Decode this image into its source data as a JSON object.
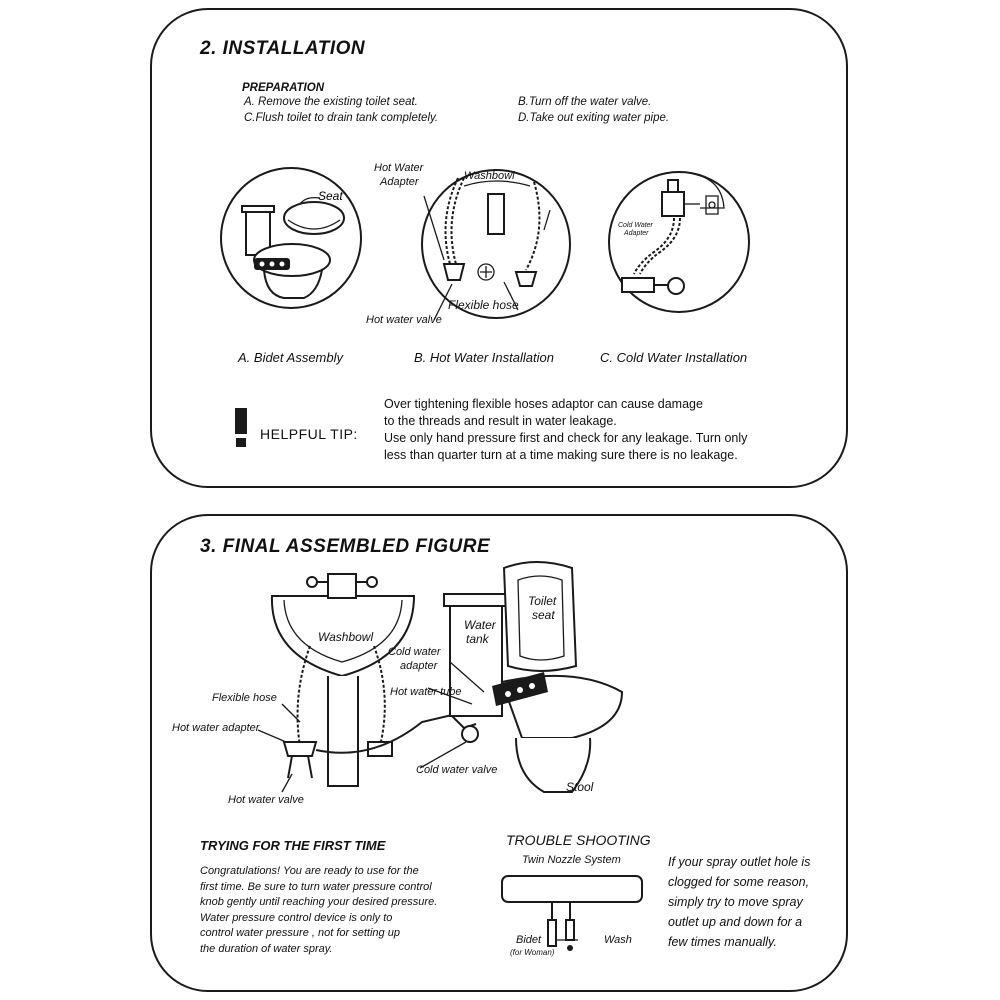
{
  "installation": {
    "title": "2. INSTALLATION",
    "preparation": {
      "heading": "PREPARATION",
      "steps": [
        "A. Remove the existing toilet seat.",
        "C.Flush toilet to drain tank completely.",
        "B.Turn off the water valve.",
        "D.Take out exiting water pipe."
      ]
    },
    "figures": {
      "a": {
        "caption": "A. Bidet Assembly",
        "labels": [
          "Seat"
        ]
      },
      "b": {
        "caption": "B. Hot Water Installation",
        "labels": [
          "Hot Water",
          "Adapter",
          "Washbowl",
          "Flexible hose",
          "Hot water valve"
        ]
      },
      "c": {
        "caption": "C. Cold Water Installation",
        "labels": [
          "Cold Water",
          "Adapter"
        ]
      }
    },
    "tip": {
      "label": "HELPFUL TIP:",
      "lines": [
        "Over tightening flexible hoses adaptor can cause damage",
        "to the threads and result in water leakage.",
        "Use only hand pressure first and check for any leakage. Turn only",
        "less than quarter turn at a time making sure there is no leakage."
      ]
    }
  },
  "final": {
    "title": "3. FINAL ASSEMBLED FIGURE",
    "labels": {
      "washbowl": "Washbowl",
      "toilet_seat_1": "Toilet",
      "toilet_seat_2": "seat",
      "water_tank_1": "Water",
      "water_tank_2": "tank",
      "cold_adapter_1": "Cold water",
      "cold_adapter_2": "adapter",
      "hot_tube": "Hot water tube",
      "flexible_hose": "Flexible hose",
      "hot_adapter": "Hot water adapter",
      "cold_valve": "Cold water valve",
      "hot_valve": "Hot water valve",
      "stool": "Stool"
    },
    "first_time": {
      "heading": "TRYING FOR THE FIRST TIME",
      "lines": [
        "Congratulations! You are ready to use for the",
        "first time. Be sure to turn water pressure control",
        "knob gently until reaching your desired pressure.",
        "Water pressure control device is only to",
        "control water pressure , not for setting up",
        "the duration of water spray."
      ]
    },
    "trouble": {
      "heading": "TROUBLE SHOOTING",
      "subheading": "Twin Nozzle System",
      "bidet": "Bidet",
      "bidet_note": "(for Woman)",
      "wash": "Wash",
      "lines": [
        "If your spray outlet hole is",
        "clogged for some reason,",
        "simply try to move spray",
        "outlet up and down for a",
        "few times manually."
      ]
    }
  }
}
